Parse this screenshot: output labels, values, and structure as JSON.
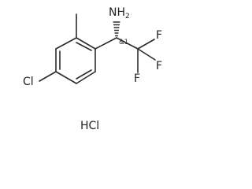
{
  "molecule": {
    "atoms": {
      "amine_n": "N",
      "amine_h": "H",
      "amine_h_count": "2",
      "chlorine": "Cl",
      "fluorine_top": "F",
      "fluorine_right": "F",
      "fluorine_bottom": "F"
    },
    "stereo_label": "&1",
    "salt": "HCl"
  }
}
